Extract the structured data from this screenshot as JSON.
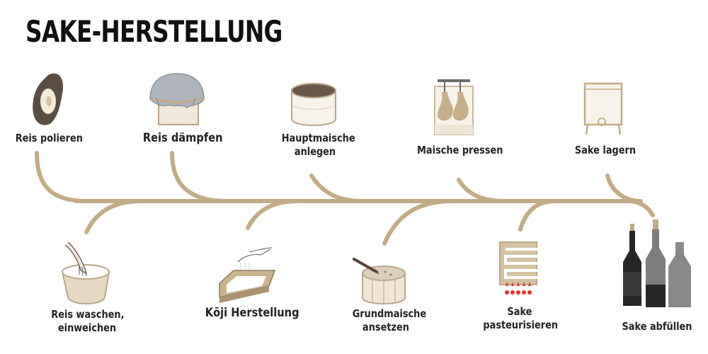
{
  "title": "SAKE-HERSTELLUNG",
  "colors": {
    "timeline": "#c2ac85",
    "text": "#222222",
    "icon_dark": "#5a4e43",
    "icon_light": "#e8dccb",
    "bottle_dark": "#262626",
    "bottle_gray": "#8a8a8a",
    "flame": "#e2332c"
  },
  "steps": [
    {
      "order": 1,
      "row": "top",
      "lines": [
        "Reis polieren"
      ],
      "icon": "polished-rice-grain-icon"
    },
    {
      "order": 2,
      "row": "bottom",
      "lines": [
        "Reis waschen,",
        "einweichen"
      ],
      "icon": "rice-washing-bowl-icon"
    },
    {
      "order": 3,
      "row": "top",
      "lines": [
        "Reis dämpfen"
      ],
      "icon": "steamer-icon"
    },
    {
      "order": 4,
      "row": "bottom",
      "lines": [
        "Kōji Herstellung"
      ],
      "icon": "koji-tray-icon"
    },
    {
      "order": 5,
      "row": "top",
      "lines": [
        "Hauptmaische",
        "anlegen"
      ],
      "icon": "mash-tub-icon"
    },
    {
      "order": 6,
      "row": "bottom",
      "lines": [
        "Grundmaische",
        "ansetzen"
      ],
      "icon": "starter-tub-icon"
    },
    {
      "order": 7,
      "row": "top",
      "lines": [
        "Maische pressen"
      ],
      "icon": "press-bags-icon"
    },
    {
      "order": 8,
      "row": "bottom",
      "lines": [
        "Sake",
        "pasteurisieren"
      ],
      "icon": "pasteurizer-icon"
    },
    {
      "order": 9,
      "row": "top",
      "lines": [
        "Sake lagern"
      ],
      "icon": "storage-tank-icon"
    },
    {
      "order": 10,
      "row": "bottom",
      "lines": [
        "Sake abfüllen"
      ],
      "icon": "bottles-icon"
    }
  ]
}
